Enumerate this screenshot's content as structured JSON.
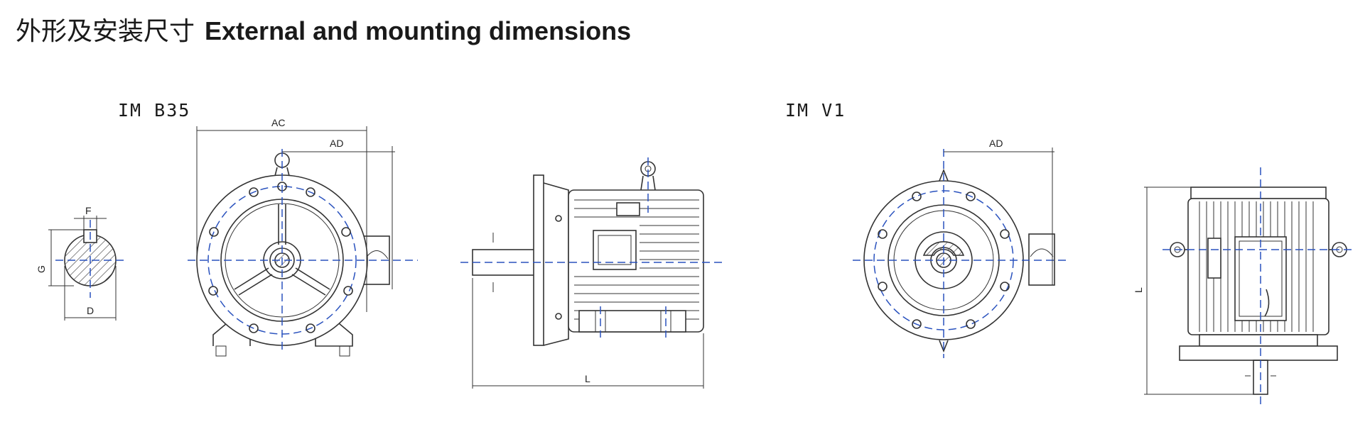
{
  "title": {
    "zh": "外形及安装尺寸",
    "en": "External and mounting dimensions"
  },
  "views": {
    "b35": "IM B35",
    "v1": "IM V1"
  },
  "dimensions": {
    "F": "F",
    "G": "G",
    "D": "D",
    "AC": "AC",
    "AD": "AD",
    "L": "L"
  },
  "colors": {
    "centerline": "#2a52be",
    "outline": "#333333"
  }
}
